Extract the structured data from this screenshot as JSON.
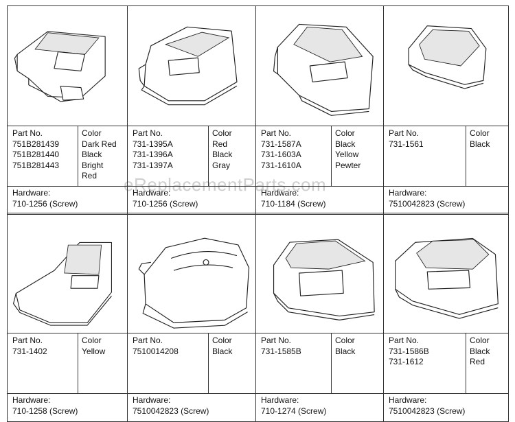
{
  "watermark": "eReplacementParts.com",
  "labels": {
    "part": "Part No.",
    "color": "Color",
    "hardware": "Hardware:"
  },
  "rows": [
    {
      "cells": [
        {
          "parts": [
            "751B281439",
            "751B281440",
            "751B281443"
          ],
          "colors": [
            "Dark Red",
            "Black",
            "Bright",
            "Red"
          ],
          "hardware": "710-1256 (Screw)",
          "icon": "shroud-flat-long-drawing"
        },
        {
          "parts": [
            "731-1395A",
            "731-1396A",
            "731-1397A"
          ],
          "colors": [
            "Red",
            "Black",
            "Gray"
          ],
          "hardware": "710-1256 (Screw)",
          "icon": "shroud-grille-large-drawing"
        },
        {
          "parts": [
            "731-1587A",
            "731-1603A",
            "731-1610A"
          ],
          "colors": [
            "Black",
            "Yellow",
            "Pewter"
          ],
          "hardware": "710-1184 (Screw)",
          "icon": "shroud-grille-tall-drawing"
        },
        {
          "parts": [
            "731-1561"
          ],
          "colors": [
            "Black"
          ],
          "hardware": "7510042823 (Screw)",
          "icon": "shroud-grille-small-drawing"
        }
      ]
    },
    {
      "cells": [
        {
          "parts": [
            "731-1402"
          ],
          "colors": [
            "Yellow"
          ],
          "hardware": "710-1258 (Screw)",
          "icon": "shroud-square-grille-drawing"
        },
        {
          "parts": [
            "7510014208"
          ],
          "colors": [
            "Black"
          ],
          "hardware": "7510042823 (Screw)",
          "icon": "shroud-domed-drawing"
        },
        {
          "parts": [
            "731-1585B"
          ],
          "colors": [
            "Black"
          ],
          "hardware": "710-1274 (Screw)",
          "icon": "shroud-grille-wide-drawing"
        },
        {
          "parts": [
            "731-1586B",
            "731-1612"
          ],
          "colors": [
            "Black",
            "Red"
          ],
          "hardware": "7510042823 (Screw)",
          "icon": "shroud-box-grille-drawing"
        }
      ]
    }
  ]
}
